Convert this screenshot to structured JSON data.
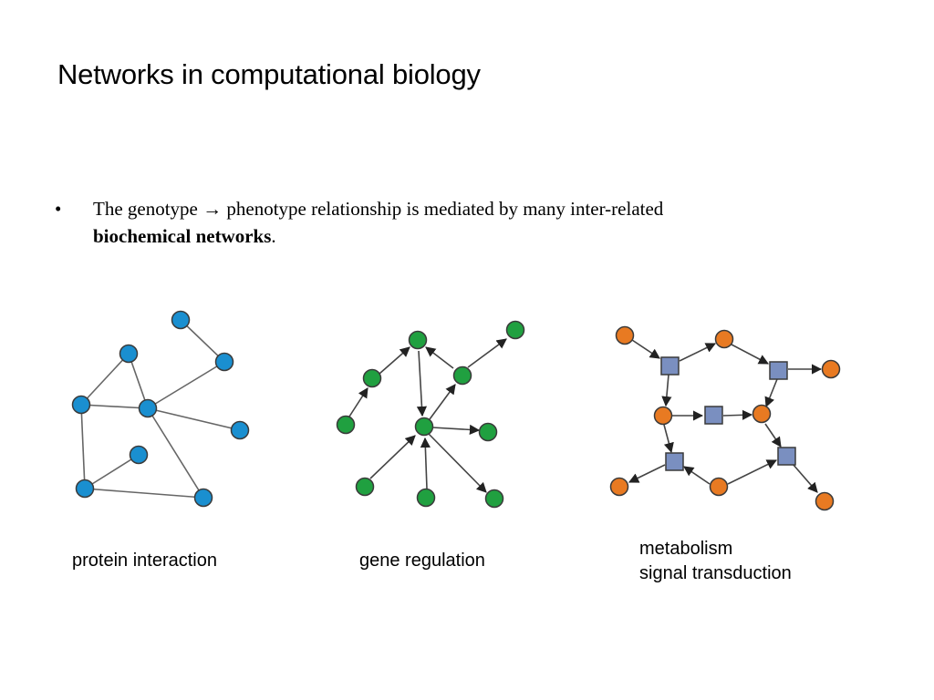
{
  "title": "Networks in computational biology",
  "bullet": {
    "symbol": "•",
    "text_before": "The genotype ",
    "arrow": "→",
    "text_after": " phenotype relationship is mediated by many inter-related ",
    "bold_text": "biochemical networks",
    "end": "."
  },
  "captions": {
    "protein": "protein interaction",
    "gene": "gene regulation",
    "metabolism_line1": "metabolism",
    "metabolism_line2": "signal transduction"
  },
  "colors": {
    "protein_node": "#1a8fd0",
    "gene_node": "#20a040",
    "metabolite_node": "#e87a22",
    "enzyme_node": "#7a8fc0",
    "edge": "#555555"
  }
}
